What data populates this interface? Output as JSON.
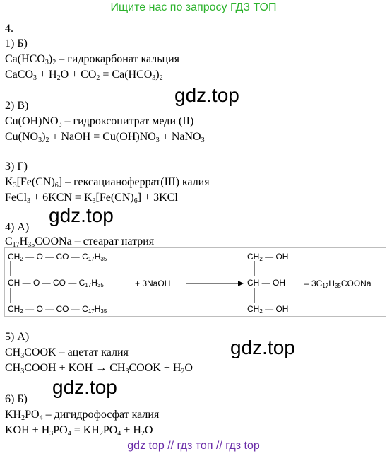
{
  "banner_top": "Ищите нас по запросу ГДЗ ТОП",
  "banner_bottom": "gdz top  //  гдз топ  //  гдз top",
  "watermark": "gdz.top",
  "task_number": "4.",
  "answers": [
    {
      "label": "1) Б)",
      "name_formula": [
        "Ca(HCO",
        "3",
        ")",
        "2"
      ],
      "name_text": " – гидрокарбонат кальция",
      "equation": [
        "CaCO",
        "3",
        " + H",
        "2",
        "O + CO",
        "2",
        " = Ca(HCO",
        "3",
        ")",
        "2"
      ]
    },
    {
      "label": "2) В)",
      "name_formula": [
        "Cu(OH)NO",
        "3"
      ],
      "name_text": " – гидроксонитрат меди (II)",
      "equation": [
        "Cu(NO",
        "3",
        ")",
        "2",
        " + NaOH = Cu(OH)NO",
        "3",
        " + NaNO",
        "3"
      ]
    },
    {
      "label": "3) Г)",
      "name_formula": [
        "K",
        "3",
        "[Fe(CN)",
        "6",
        "]"
      ],
      "name_text": " – гексацианоферрат(III) калия",
      "equation": [
        "FeCl",
        "3",
        " + 6KCN = K",
        "3",
        "[Fe(CN)",
        "6",
        "] + 3KCl"
      ]
    },
    {
      "label": "4) А)",
      "name_formula": [
        "C",
        "17",
        "H",
        "35",
        "COONa"
      ],
      "name_text": " – стеарат натрия"
    },
    {
      "label": "5) А)",
      "name_formula": [
        "CH",
        "3",
        "COOK"
      ],
      "name_text": " – ацетат калия",
      "equation": [
        "CH",
        "3",
        "COOH + KOH → CH",
        "3",
        "COOK + H",
        "2",
        "O"
      ]
    },
    {
      "label": "6) Б)",
      "name_formula": [
        "KH",
        "2",
        "PO",
        "4"
      ],
      "name_text": " – дигидрофосфат калия",
      "equation": [
        "KOH + H",
        "3",
        "PO",
        "4",
        " = KH",
        "2",
        "PO",
        "4",
        " + H",
        "2",
        "O"
      ]
    }
  ],
  "diagram": {
    "reactant_rows": [
      [
        "CH",
        "2",
        " — O — CO — C",
        "17",
        "H",
        "35"
      ],
      [
        "CH — O — CO — C",
        "17",
        "H",
        "35"
      ],
      [
        "CH",
        "2",
        " — O — CO — C",
        "17",
        "H",
        "35"
      ]
    ],
    "reagent": "+ 3NaOH",
    "product_rows": [
      [
        "CH",
        "2",
        " — OH"
      ],
      [
        "CH — OH"
      ],
      [
        "CH",
        "2",
        " — OH"
      ]
    ],
    "product_salt": [
      "– 3C",
      "17",
      "H",
      "35",
      "COONa"
    ]
  }
}
